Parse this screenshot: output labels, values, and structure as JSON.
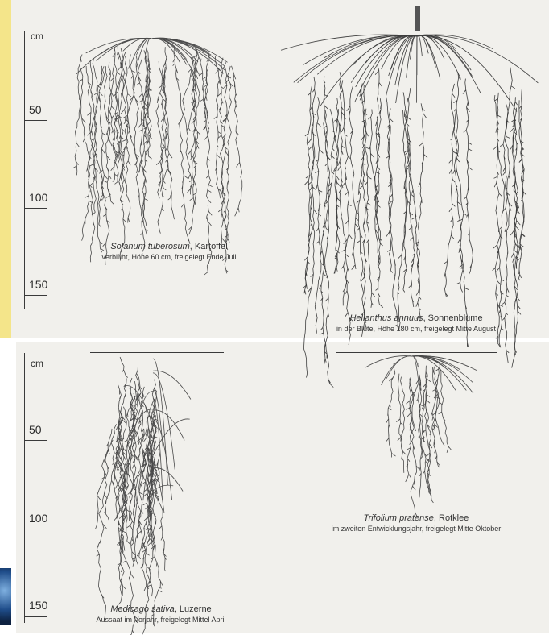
{
  "top_axis": {
    "unit": "cm",
    "ticks": [
      "50",
      "100",
      "150"
    ]
  },
  "bottom_axis": {
    "unit": "cm",
    "ticks": [
      "50",
      "100",
      "150"
    ]
  },
  "plants": [
    {
      "latin": "Solanum tuberosum",
      "common": ", Kartoffel",
      "detail": "verblüht, Höhe 60 cm, freigelegt Ende Juli"
    },
    {
      "latin": "Helianthus annuus",
      "common": ", Sonnenblume",
      "detail": "in der Blüte, Höhe 180 cm, freigelegt Mitte August"
    },
    {
      "latin": "Trifolium pratense",
      "common": ", Rotklee",
      "detail": "im zweiten Entwicklungsjahr, freigelegt Mitte Oktober"
    },
    {
      "latin": "Medicago sativa",
      "common": ", Luzerne",
      "detail": "Aussaat im Vorjahr, freigelegt Mittel April"
    }
  ],
  "colors": {
    "paper": "#f1f0ec",
    "ink": "#4a4a4a"
  }
}
